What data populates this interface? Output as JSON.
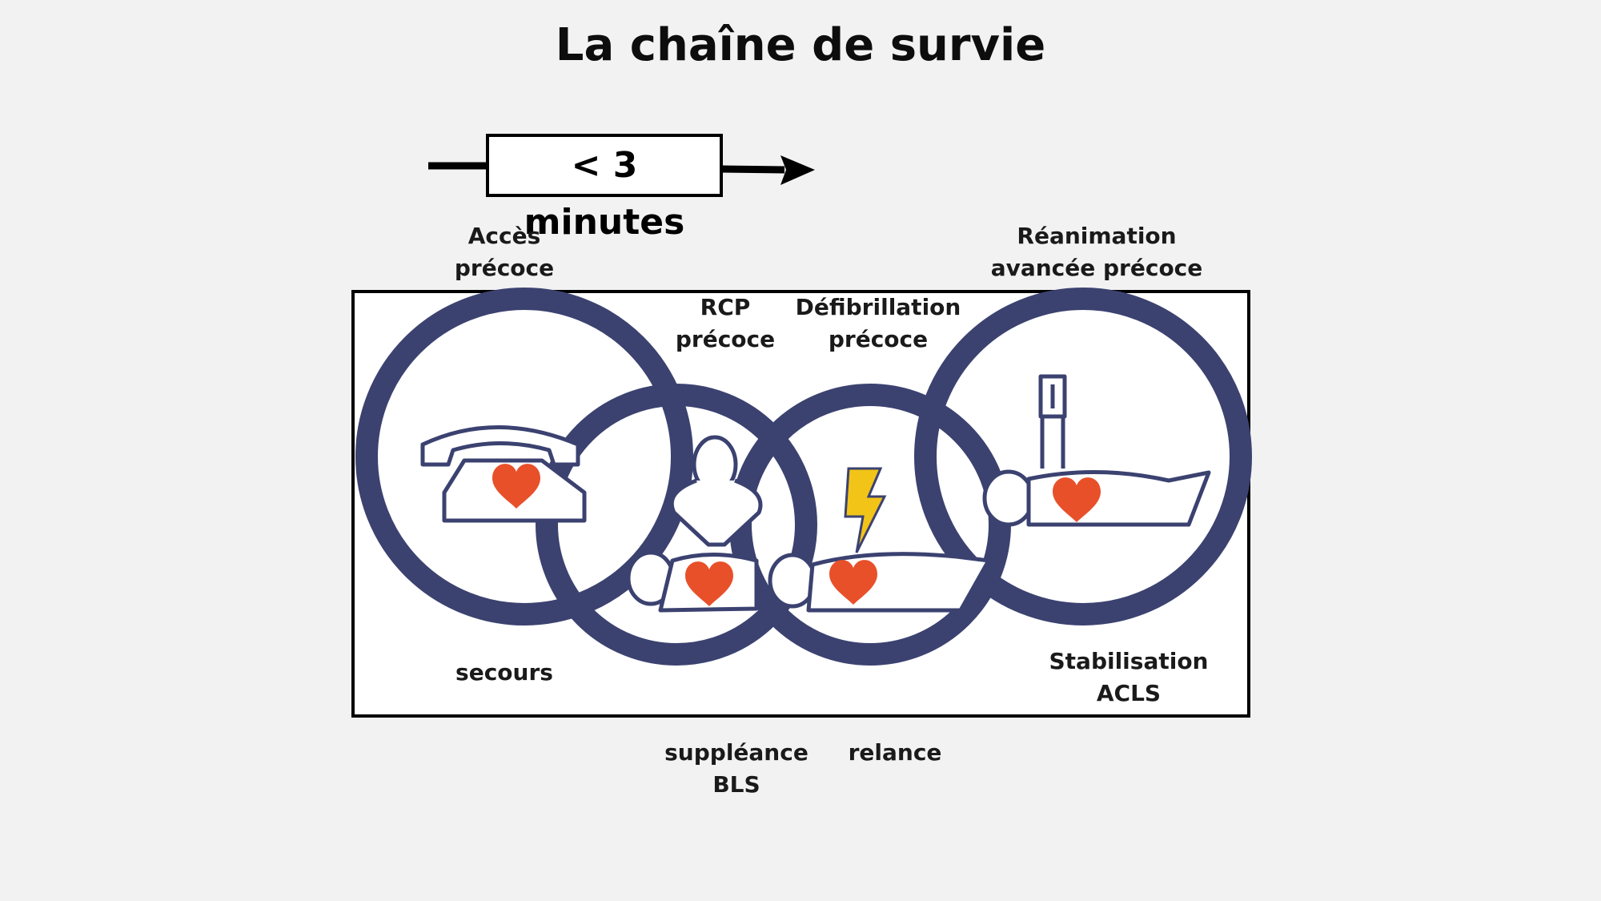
{
  "title": "La chaîne de survie",
  "time_label": "< 3 minutes",
  "links": [
    {
      "id": "acces",
      "top": [
        "Accès",
        "précoce"
      ],
      "bottom": [
        "secours"
      ],
      "icon": "telephone-icon"
    },
    {
      "id": "rcp",
      "top": [
        "RCP",
        "précoce"
      ],
      "bottom": [
        "suppléance",
        "BLS"
      ],
      "icon": "cpr-rescuer-icon"
    },
    {
      "id": "defib",
      "top": [
        "Défibrillation",
        "précoce"
      ],
      "bottom": [
        "relance"
      ],
      "icon": "lightning-bolt-icon"
    },
    {
      "id": "reanimation",
      "top": [
        "Réanimation",
        "avancée précoce"
      ],
      "bottom": [
        "Stabilisation",
        "ACLS"
      ],
      "icon": "iv-drip-patient-icon"
    }
  ],
  "colors": {
    "background": "#f2f2f2",
    "chain": "#3b4270",
    "heart": "#e8502a",
    "bolt": "#f2c418"
  }
}
